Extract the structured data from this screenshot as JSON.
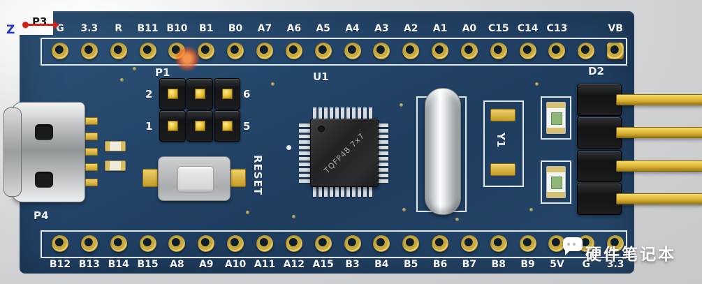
{
  "axis": {
    "z_label": "Z"
  },
  "designators": {
    "p3": "P3",
    "p1": "P1",
    "u1": "U1",
    "d2": "D2",
    "y1": "Y1",
    "p4": "P4",
    "reset": "RESET"
  },
  "p1_pins": {
    "top_left": "2",
    "bottom_left": "1",
    "top_right": "6",
    "bottom_right": "5"
  },
  "chip_marking": "TQFP48 7x7",
  "pin_rows": {
    "top": {
      "labels": [
        "G",
        "3.3",
        "R",
        "B11",
        "B10",
        "B1",
        "B0",
        "A7",
        "A6",
        "A5",
        "A4",
        "A3",
        "A2",
        "A1",
        "A0",
        "C15",
        "C14",
        "C13",
        "VB"
      ],
      "hole_count": 20,
      "label_hole_indices": [
        0,
        1,
        2,
        3,
        4,
        5,
        6,
        7,
        8,
        9,
        10,
        11,
        12,
        13,
        14,
        15,
        16,
        17,
        19
      ],
      "square_hole_index": 19
    },
    "bottom": {
      "labels": [
        "B12",
        "B13",
        "B14",
        "B15",
        "A8",
        "A9",
        "A10",
        "A11",
        "A12",
        "A15",
        "B3",
        "B4",
        "B5",
        "B6",
        "B7",
        "B8",
        "B9",
        "5V",
        "G",
        "3.3"
      ],
      "hole_count": 20
    }
  },
  "watermark": {
    "text": "硬件笔记本"
  },
  "colors": {
    "board": "#24456a",
    "gold": "#d8b544",
    "silkscreen": "#f0f6fa",
    "pin_yellow": "#dcb435",
    "highlight": "#f25a23",
    "background": "#d2d3d5"
  }
}
